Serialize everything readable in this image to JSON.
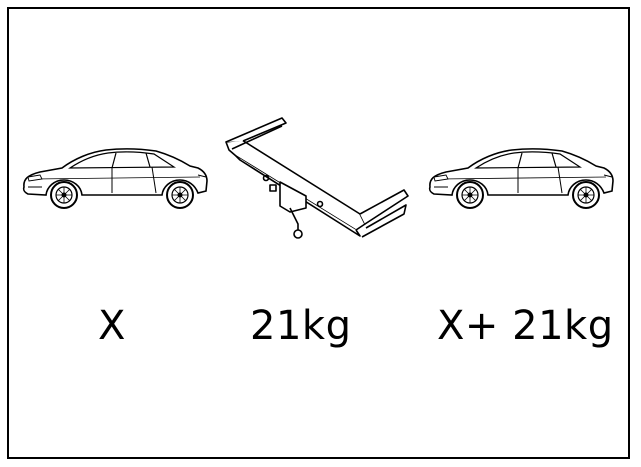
{
  "diagram": {
    "labels": {
      "left": "X",
      "middle": "21kg",
      "right": "X+ 21kg"
    },
    "icons": {
      "left": "car-icon",
      "middle": "tow-bar-icon",
      "right": "car-icon"
    }
  }
}
